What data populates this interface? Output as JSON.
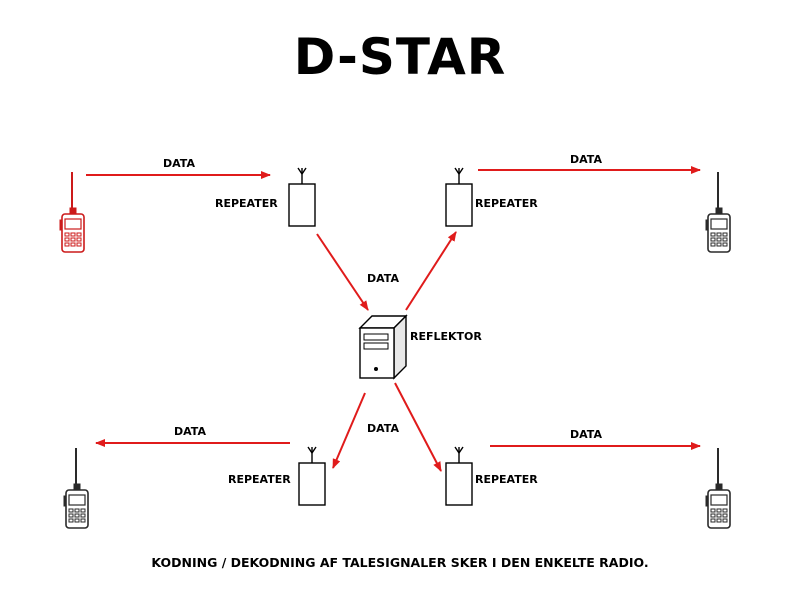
{
  "title": "D-STAR",
  "caption": "KODNING / DEKODNING AF TALESIGNALER SKER I DEN ENKELTE RADIO.",
  "labels": {
    "data": "DATA",
    "repeater": "REPEATER",
    "reflektor": "REFLEKTOR"
  },
  "colors": {
    "arrow": "#e01b1b",
    "radio_active": "#cc1a1a",
    "radio_idle": "#2a2a2a"
  },
  "icons": {
    "radio": "handheld-radio-icon",
    "repeater": "repeater-icon",
    "server": "server-icon"
  }
}
